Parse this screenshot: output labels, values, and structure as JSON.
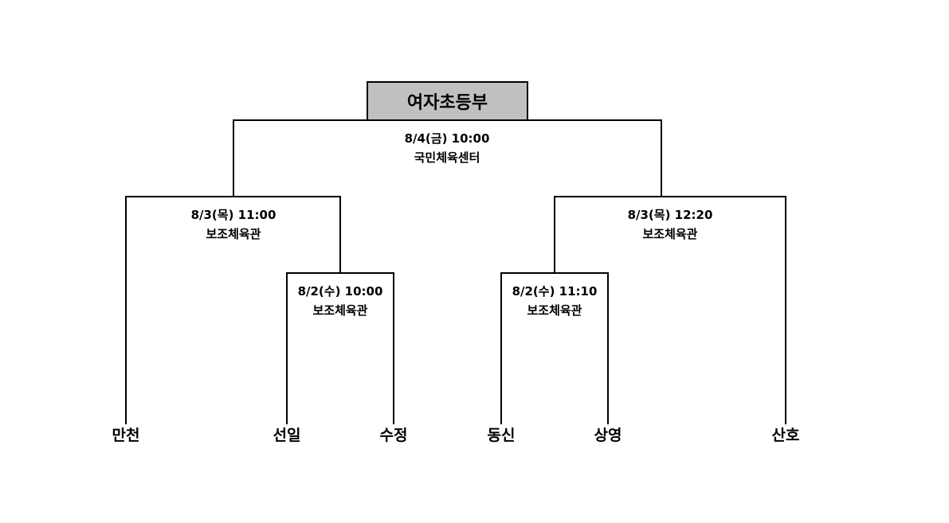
{
  "title": "여자초등부",
  "colors": {
    "title_bg": "#c0c0c0",
    "line": "#000000"
  },
  "matches": {
    "final": {
      "date": "8/4(금) 10:00",
      "venue": "국민체육센터"
    },
    "semi_left": {
      "date": "8/3(목) 11:00",
      "venue": "보조체육관"
    },
    "semi_right": {
      "date": "8/3(목) 12:20",
      "venue": "보조체육관"
    },
    "qf_left": {
      "date": "8/2(수) 10:00",
      "venue": "보조체육관"
    },
    "qf_right": {
      "date": "8/2(수) 11:10",
      "venue": "보조체육관"
    }
  },
  "teams": [
    "만천",
    "선일",
    "수정",
    "동신",
    "상영",
    "산호"
  ]
}
